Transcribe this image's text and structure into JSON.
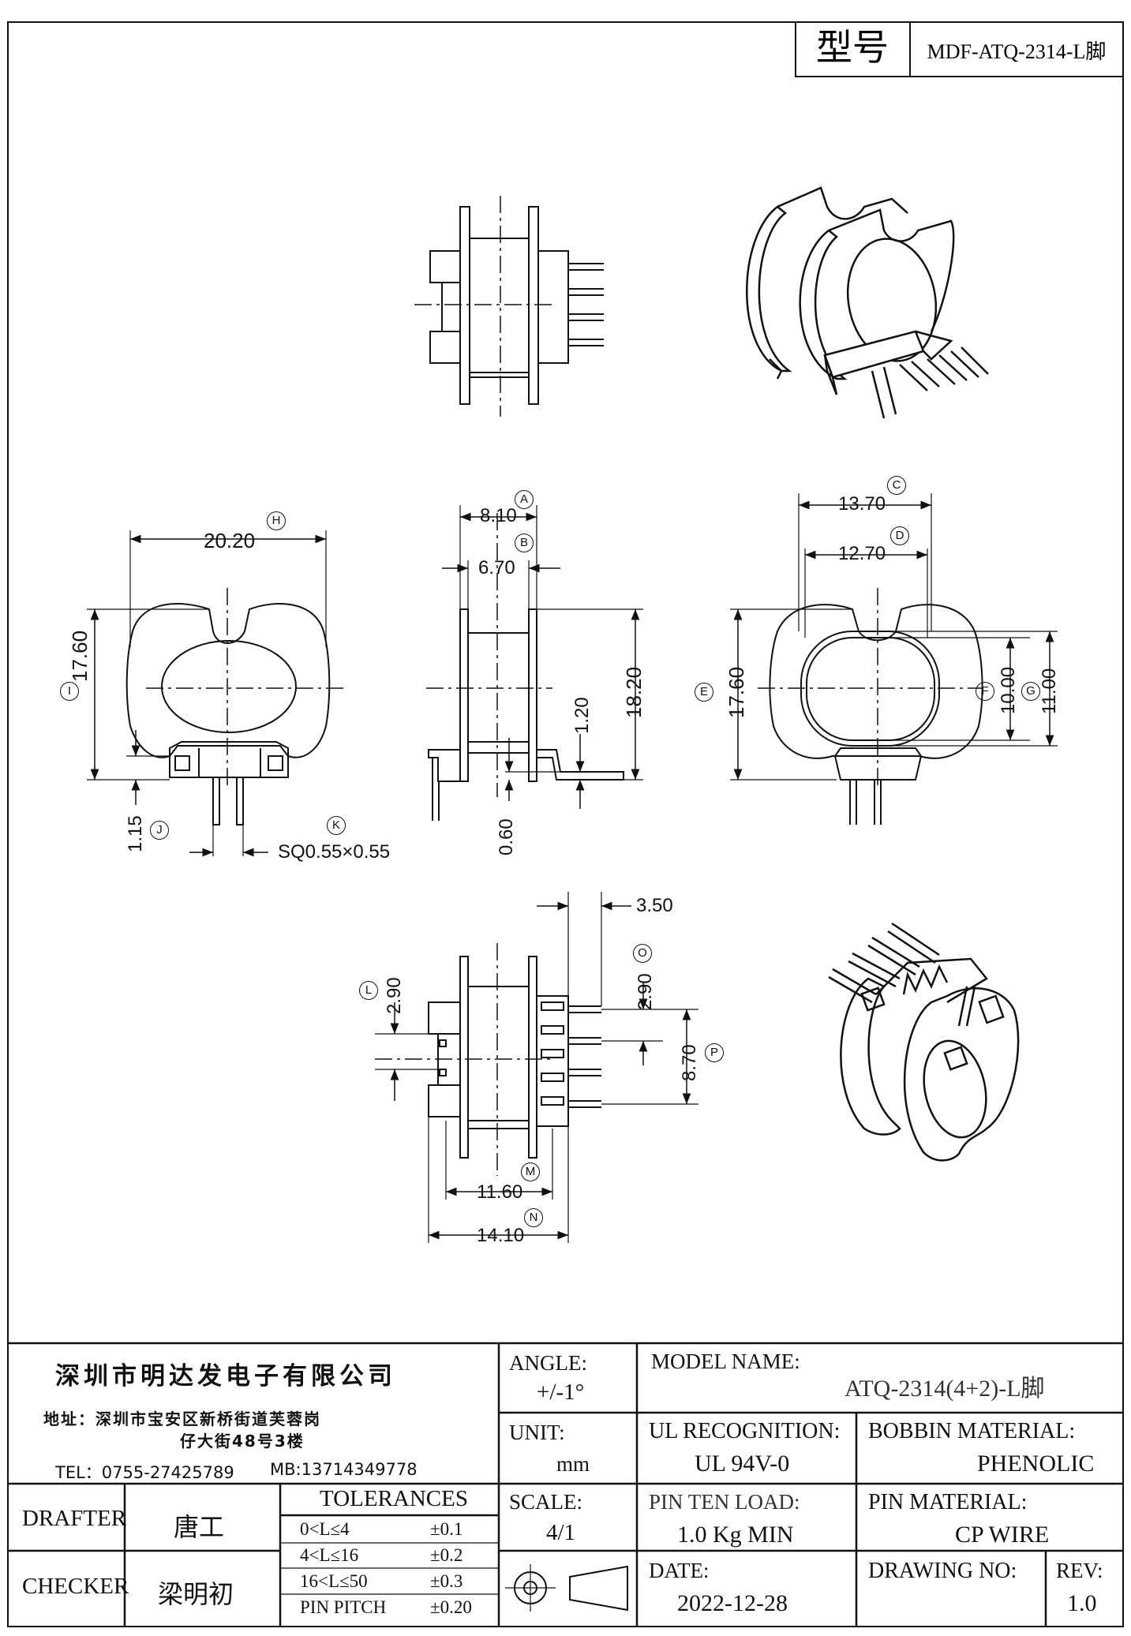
{
  "header": {
    "model_label": "型号",
    "model_value": "MDF-ATQ-2314-L脚"
  },
  "dimensions": {
    "H": {
      "label": "H",
      "value": "20.20"
    },
    "I": {
      "label": "I",
      "value": "17.60"
    },
    "J": {
      "label": "J",
      "value": "1.15"
    },
    "K": {
      "label": "K",
      "value": "SQ0.55×0.55"
    },
    "A": {
      "label": "A",
      "value": "8.10"
    },
    "B": {
      "label": "B",
      "value": "6.70"
    },
    "side_height": "18.20",
    "side_step": "1.20",
    "side_base": "0.60",
    "C": {
      "label": "C",
      "value": "13.70"
    },
    "D": {
      "label": "D",
      "value": "12.70"
    },
    "E": {
      "label": "E",
      "value": "17.60"
    },
    "F": {
      "label": "F",
      "value": "10.00"
    },
    "G": {
      "label": "G",
      "value": "11.00"
    },
    "L": {
      "label": "L",
      "value": "2.90"
    },
    "O": {
      "label": "O",
      "value": "2.90"
    },
    "P": {
      "label": "P",
      "value": "8.70"
    },
    "top_offset": "3.50",
    "M": {
      "label": "M",
      "value": "11.60"
    },
    "N": {
      "label": "N",
      "value": "14.10"
    }
  },
  "titleblock": {
    "company": "深圳市明达发电子有限公司",
    "address_line1": "地址：深圳市宝安区新桥街道芙蓉岗",
    "address_line2": "仔大街48号3楼",
    "tel": "TEL：0755-27425789",
    "mb": "MB:13714349778",
    "angle_label": "ANGLE:",
    "angle_value": "+/-1°",
    "unit_label": "UNIT:",
    "unit_value": "mm",
    "scale_label": "SCALE:",
    "scale_value": "4/1",
    "model_name_label": "MODEL NAME:",
    "model_name_value": "ATQ-2314(4+2)-L脚",
    "ul_label": "UL RECOGNITION:",
    "ul_value": "UL 94V-0",
    "bobbin_label": "BOBBIN MATERIAL:",
    "bobbin_value": "PHENOLIC",
    "pin_ten_label": "PIN TEN LOAD:",
    "pin_ten_value": "1.0 Kg MIN",
    "pin_mat_label": "PIN MATERIAL:",
    "pin_mat_value": "CP WIRE",
    "date_label": "DATE:",
    "date_value": "2022-12-28",
    "drawing_no_label": "DRAWING NO:",
    "drawing_no_value": "",
    "rev_label": "REV:",
    "rev_value": "1.0",
    "drafter_label": "DRAFTER",
    "drafter_value": "唐工",
    "checker_label": "CHECKER",
    "checker_value": "梁明初",
    "tolerances_label": "TOLERANCES",
    "tolerances": [
      {
        "range": "0<L≤4",
        "tol": "±0.1"
      },
      {
        "range": "4<L≤16",
        "tol": "±0.2"
      },
      {
        "range": "16<L≤50",
        "tol": "±0.3"
      },
      {
        "range": "PIN PITCH",
        "tol": "±0.20"
      }
    ]
  }
}
